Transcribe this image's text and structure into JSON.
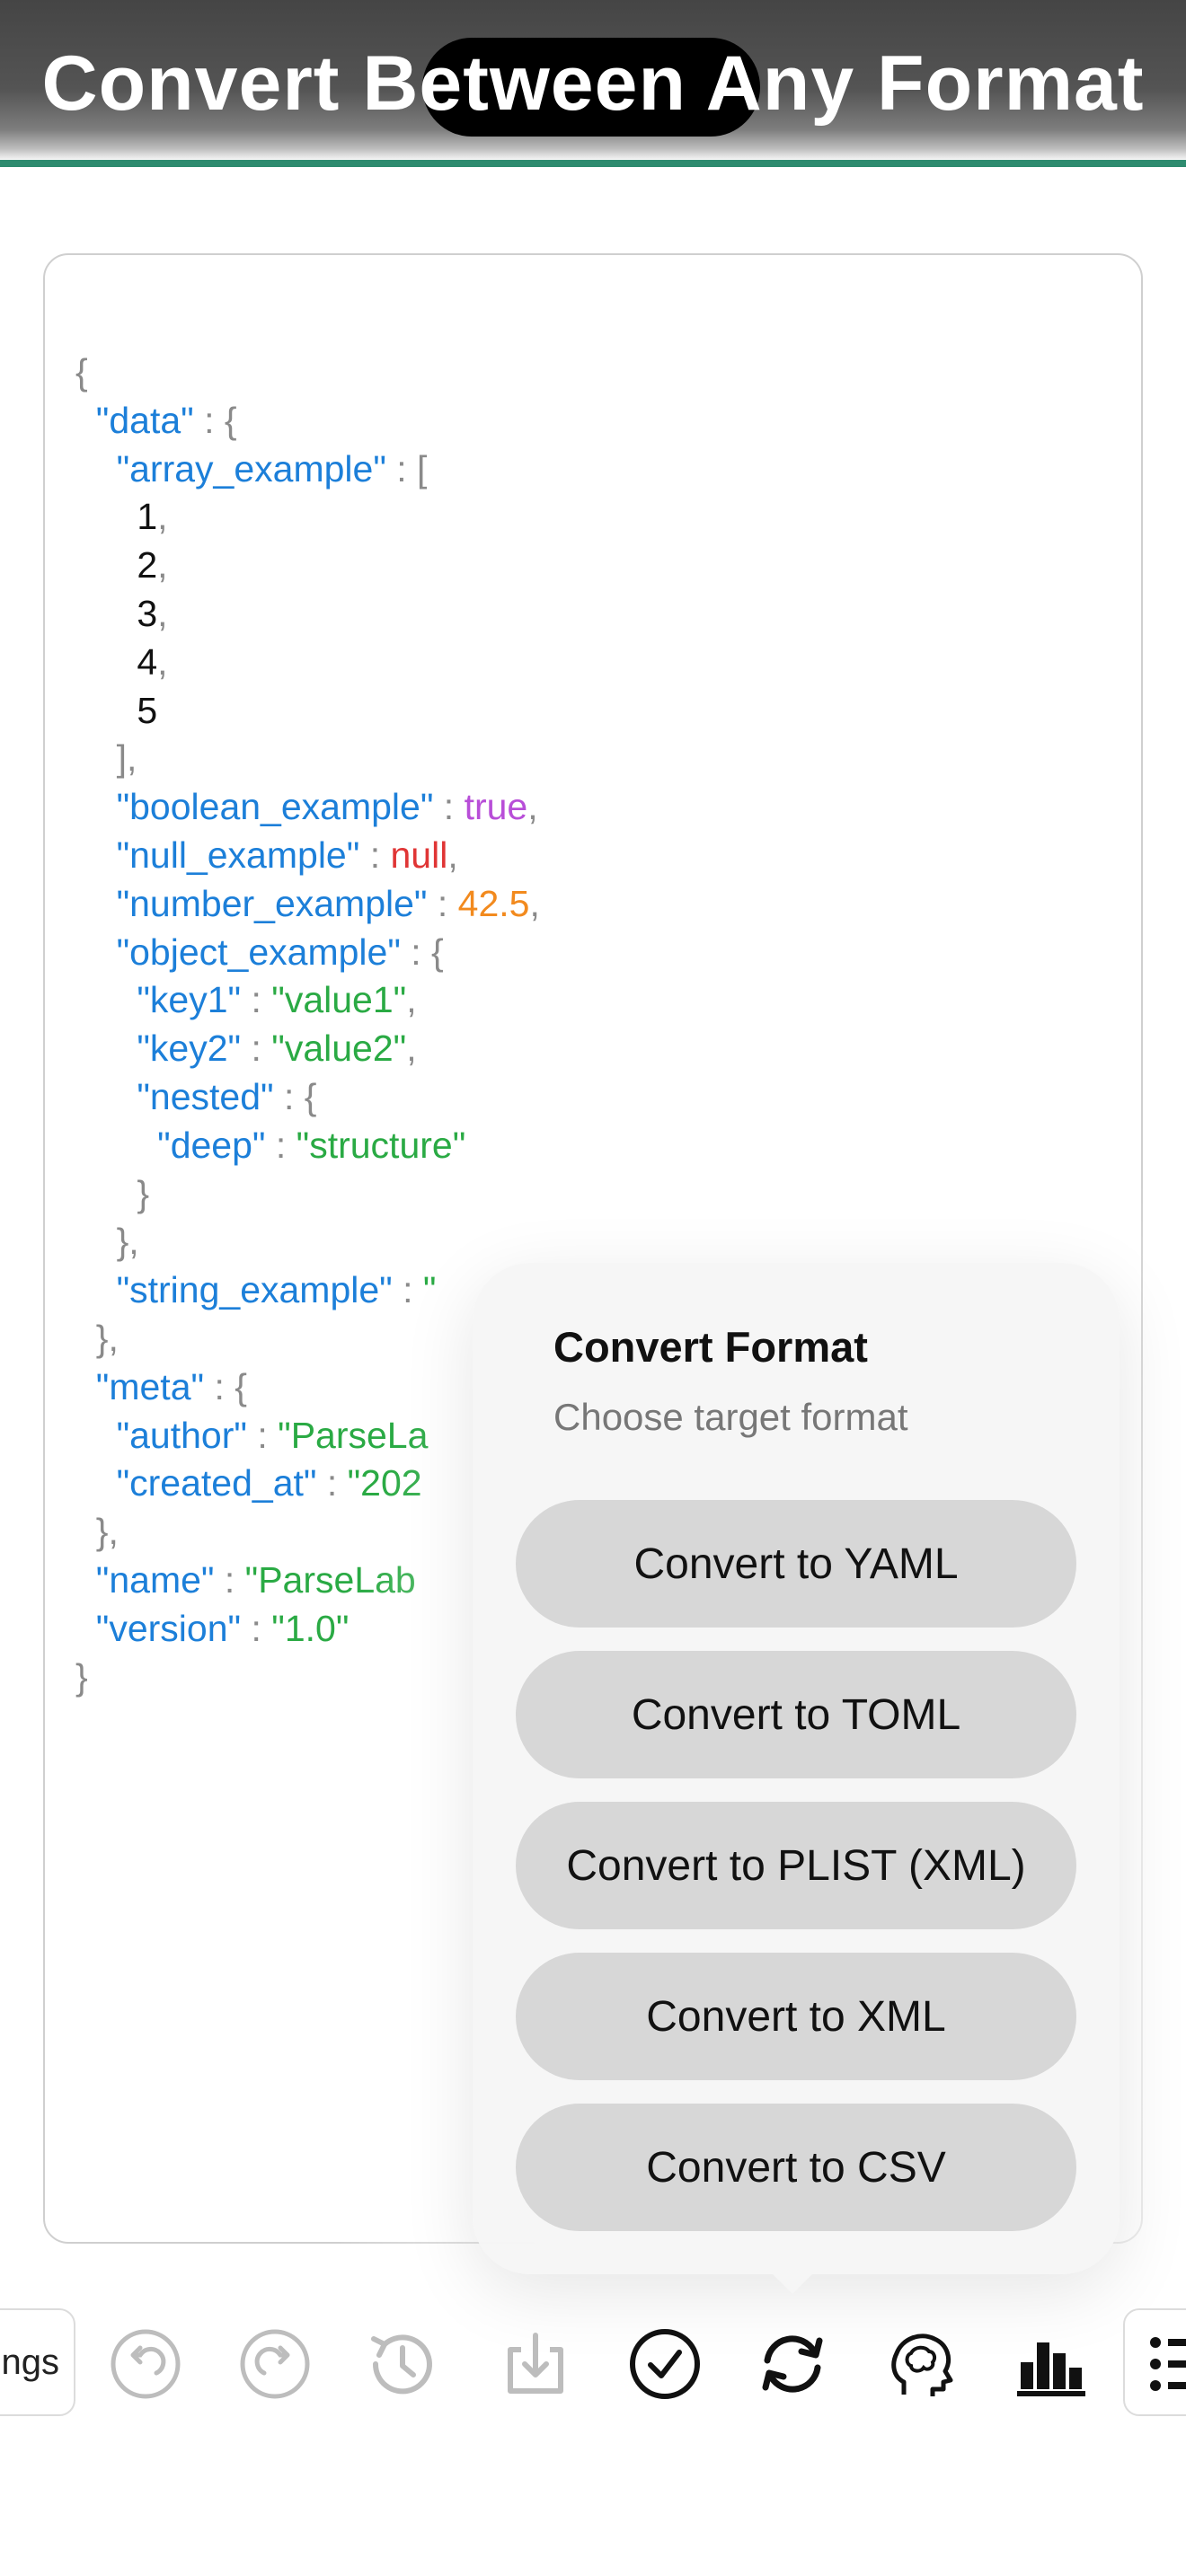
{
  "header": {
    "title": "Convert Between Any Format"
  },
  "editor": {
    "lines": [
      [
        {
          "t": "{",
          "c": "p"
        }
      ],
      [
        {
          "t": "  ",
          "c": "p"
        },
        {
          "t": "\"data\"",
          "c": "k"
        },
        {
          "t": " : {",
          "c": "p"
        }
      ],
      [
        {
          "t": "    ",
          "c": "p"
        },
        {
          "t": "\"array_example\"",
          "c": "k"
        },
        {
          "t": " : [",
          "c": "p"
        }
      ],
      [
        {
          "t": "      ",
          "c": "p"
        },
        {
          "t": "1",
          "c": "i"
        },
        {
          "t": ",",
          "c": "p"
        }
      ],
      [
        {
          "t": "      ",
          "c": "p"
        },
        {
          "t": "2",
          "c": "i"
        },
        {
          "t": ",",
          "c": "p"
        }
      ],
      [
        {
          "t": "      ",
          "c": "p"
        },
        {
          "t": "3",
          "c": "i"
        },
        {
          "t": ",",
          "c": "p"
        }
      ],
      [
        {
          "t": "      ",
          "c": "p"
        },
        {
          "t": "4",
          "c": "i"
        },
        {
          "t": ",",
          "c": "p"
        }
      ],
      [
        {
          "t": "      ",
          "c": "p"
        },
        {
          "t": "5",
          "c": "i"
        }
      ],
      [
        {
          "t": "    ],",
          "c": "p"
        }
      ],
      [
        {
          "t": "    ",
          "c": "p"
        },
        {
          "t": "\"boolean_example\"",
          "c": "k"
        },
        {
          "t": " : ",
          "c": "p"
        },
        {
          "t": "true",
          "c": "b"
        },
        {
          "t": ",",
          "c": "p"
        }
      ],
      [
        {
          "t": "    ",
          "c": "p"
        },
        {
          "t": "\"null_example\"",
          "c": "k"
        },
        {
          "t": " : ",
          "c": "p"
        },
        {
          "t": "null",
          "c": "z"
        },
        {
          "t": ",",
          "c": "p"
        }
      ],
      [
        {
          "t": "    ",
          "c": "p"
        },
        {
          "t": "\"number_example\"",
          "c": "k"
        },
        {
          "t": " : ",
          "c": "p"
        },
        {
          "t": "42.5",
          "c": "n"
        },
        {
          "t": ",",
          "c": "p"
        }
      ],
      [
        {
          "t": "    ",
          "c": "p"
        },
        {
          "t": "\"object_example\"",
          "c": "k"
        },
        {
          "t": " : {",
          "c": "p"
        }
      ],
      [
        {
          "t": "      ",
          "c": "p"
        },
        {
          "t": "\"key1\"",
          "c": "k"
        },
        {
          "t": " : ",
          "c": "p"
        },
        {
          "t": "\"value1\"",
          "c": "s"
        },
        {
          "t": ",",
          "c": "p"
        }
      ],
      [
        {
          "t": "      ",
          "c": "p"
        },
        {
          "t": "\"key2\"",
          "c": "k"
        },
        {
          "t": " : ",
          "c": "p"
        },
        {
          "t": "\"value2\"",
          "c": "s"
        },
        {
          "t": ",",
          "c": "p"
        }
      ],
      [
        {
          "t": "      ",
          "c": "p"
        },
        {
          "t": "\"nested\"",
          "c": "k"
        },
        {
          "t": " : {",
          "c": "p"
        }
      ],
      [
        {
          "t": "        ",
          "c": "p"
        },
        {
          "t": "\"deep\"",
          "c": "k"
        },
        {
          "t": " : ",
          "c": "p"
        },
        {
          "t": "\"structure\"",
          "c": "s"
        }
      ],
      [
        {
          "t": "      }",
          "c": "p"
        }
      ],
      [
        {
          "t": "    },",
          "c": "p"
        }
      ],
      [
        {
          "t": "    ",
          "c": "p"
        },
        {
          "t": "\"string_example\"",
          "c": "k"
        },
        {
          "t": " : ",
          "c": "p"
        },
        {
          "t": "\"",
          "c": "s"
        }
      ],
      [
        {
          "t": "  },",
          "c": "p"
        }
      ],
      [
        {
          "t": "  ",
          "c": "p"
        },
        {
          "t": "\"meta\"",
          "c": "k"
        },
        {
          "t": " : {",
          "c": "p"
        }
      ],
      [
        {
          "t": "    ",
          "c": "p"
        },
        {
          "t": "\"author\"",
          "c": "k"
        },
        {
          "t": " : ",
          "c": "p"
        },
        {
          "t": "\"ParseLa",
          "c": "s"
        }
      ],
      [
        {
          "t": "    ",
          "c": "p"
        },
        {
          "t": "\"created_at\"",
          "c": "k"
        },
        {
          "t": " : ",
          "c": "p"
        },
        {
          "t": "\"202",
          "c": "s"
        }
      ],
      [
        {
          "t": "  },",
          "c": "p"
        }
      ],
      [
        {
          "t": "  ",
          "c": "p"
        },
        {
          "t": "\"name\"",
          "c": "k"
        },
        {
          "t": " : ",
          "c": "p"
        },
        {
          "t": "\"ParseLab",
          "c": "s"
        }
      ],
      [
        {
          "t": "  ",
          "c": "p"
        },
        {
          "t": "\"version\"",
          "c": "k"
        },
        {
          "t": " : ",
          "c": "p"
        },
        {
          "t": "\"1.0\"",
          "c": "s"
        }
      ],
      [
        {
          "t": "}",
          "c": "p"
        }
      ]
    ]
  },
  "popover": {
    "title": "Convert Format",
    "subtitle": "Choose target format",
    "options": [
      "Convert to YAML",
      "Convert to TOML",
      "Convert to PLIST (XML)",
      "Convert to XML",
      "Convert to CSV"
    ]
  },
  "toolbar": {
    "settings_label": "ngs",
    "icons": [
      "undo-icon",
      "redo-icon",
      "history-icon",
      "download-icon",
      "validate-check-icon",
      "convert-sync-icon",
      "ai-brain-icon",
      "stats-bar-chart-icon"
    ]
  },
  "colors": {
    "key": "#1c7fd9",
    "string": "#2aaa44",
    "number": "#f28a1e",
    "boolean": "#b84ed8",
    "null": "#e03535",
    "punctuation": "#8a8a8a",
    "header_accent": "#2e8b6f",
    "option_bg": "#d7d7d7"
  }
}
